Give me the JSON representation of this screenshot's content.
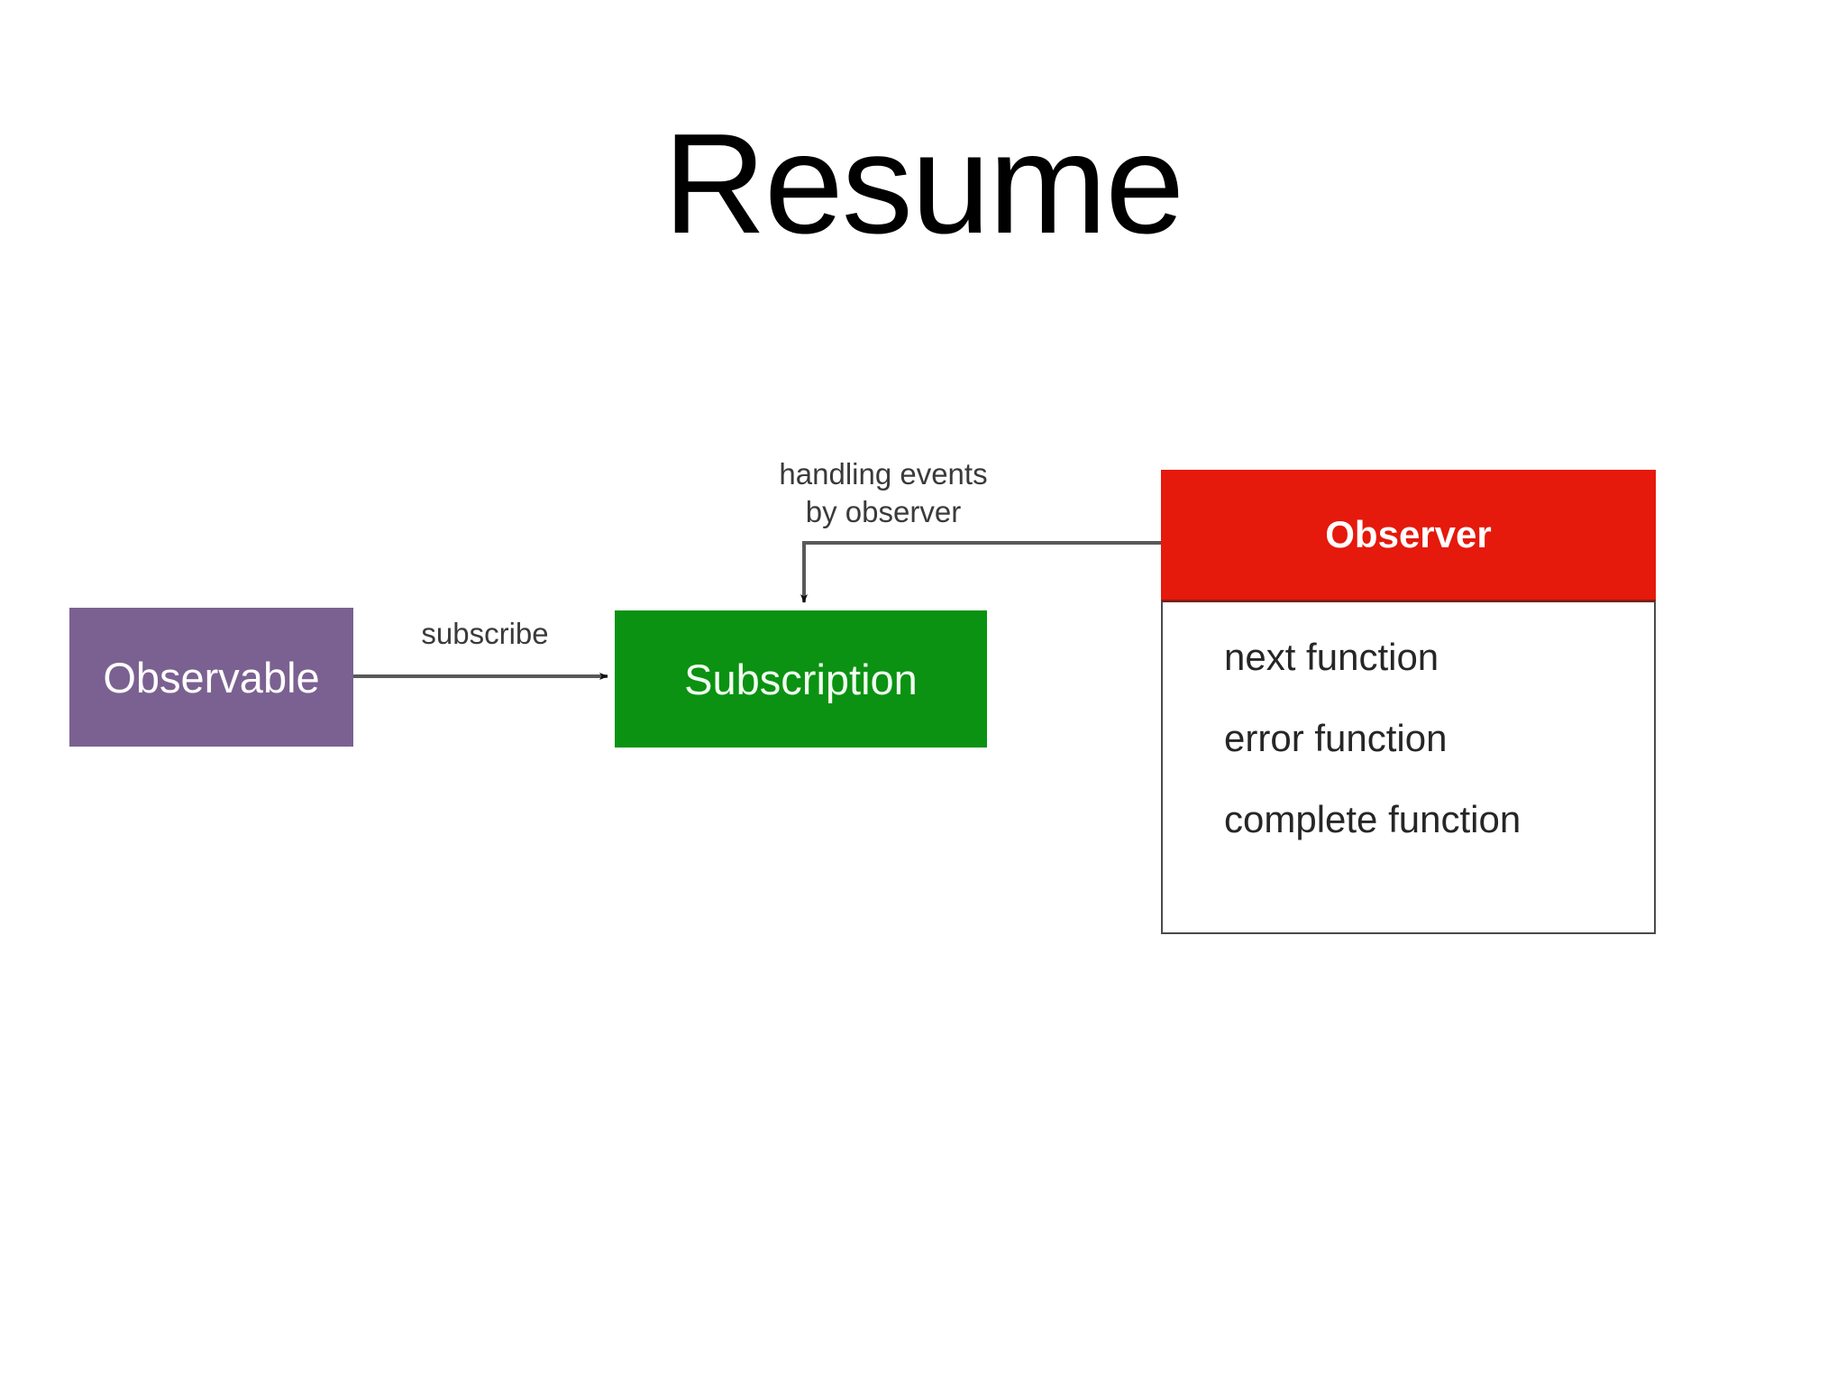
{
  "slide": {
    "title": "Resume",
    "background_color": "#ffffff"
  },
  "diagram": {
    "type": "flow-diagram",
    "nodes": [
      {
        "id": "observable",
        "label": "Observable",
        "fill_color": "#7b6191",
        "text_color": "#ffffff"
      },
      {
        "id": "subscription",
        "label": "Subscription",
        "fill_color": "#0b9212",
        "text_color": "#f2fff2"
      },
      {
        "id": "observer",
        "header_label": "Observer",
        "header_color": "#e5190c",
        "header_text_color": "#ffffff",
        "body_color": "#ffffff",
        "body_border_color": "#4a4a4a",
        "functions": [
          "next function",
          "error function",
          "complete function"
        ]
      }
    ],
    "edges": [
      {
        "id": "observable-to-subscription",
        "label": "subscribe",
        "from": "observable",
        "to": "subscription",
        "style": "straight-arrow",
        "color": "#595959"
      },
      {
        "id": "observer-to-subscription",
        "label_line_1": "handling events",
        "label_line_2": "by observer",
        "from": "observer",
        "to": "subscription",
        "style": "elbow-arrow",
        "color": "#595959"
      }
    ]
  }
}
